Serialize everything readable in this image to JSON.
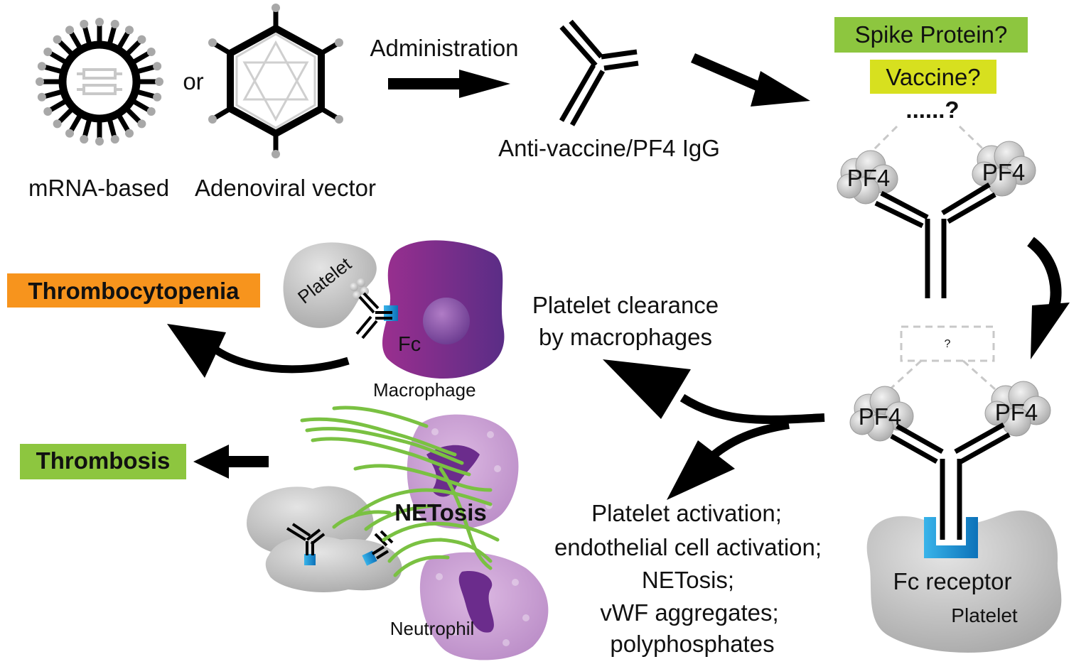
{
  "labels": {
    "or": "or",
    "administration": "Administration",
    "mrna_based": "mRNA-based",
    "adenoviral_vector": "Adenoviral vector",
    "anti_vaccine_igg": "Anti-vaccine/PF4 IgG",
    "spike_protein": "Spike Protein?",
    "vaccine": "Vaccine?",
    "unknown_dots": "......?",
    "pf4": "PF4",
    "question_box": "?",
    "fc_receptor": "Fc receptor",
    "platelet": "Platelet",
    "platelet_clearance_line1": "Platelet clearance",
    "platelet_clearance_line2": "by macrophages",
    "platelet_tilted": "Platelet",
    "fc": "Fc",
    "macrophage": "Macrophage",
    "thrombocytopenia": "Thrombocytopenia",
    "netosis": "NETosis",
    "neutrophil": "Neutrophil",
    "thrombosis": "Thrombosis",
    "activation_lines": [
      "Platelet activation;",
      "endothelial cell activation;",
      "NETosis;",
      "vWF aggregates;",
      "polyphosphates"
    ]
  },
  "colors": {
    "spike_protein_bg": "#8dc63f",
    "vaccine_bg": "#d7e01f",
    "thrombocytopenia_bg": "#f7941d",
    "thrombosis_bg": "#8dc63f",
    "fc_receptor_blue": "#1b9ad6",
    "macrophage_purple": "#7b2f8e",
    "neutrophil_lilac": "#c89ad0",
    "net_green": "#7ac142",
    "platelet_grey": "#bdbdbd"
  }
}
